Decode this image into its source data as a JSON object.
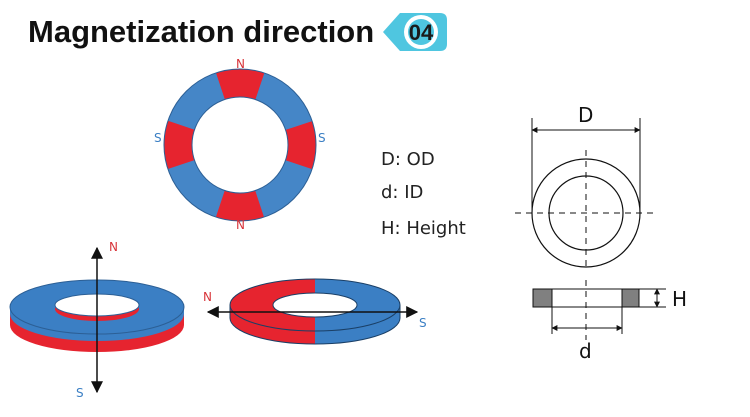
{
  "title": "Magnetization direction",
  "badge": "04",
  "ring_top": {
    "north": "N",
    "south": "S"
  },
  "legend": [
    "D: OD",
    "d: ID",
    "H: Height"
  ],
  "axial": {
    "north": "N",
    "south": "S"
  },
  "diametral": {
    "north": "N",
    "south": "S"
  },
  "drawing": {
    "outer_label": "D",
    "inner_label": "d",
    "height_label": "H"
  },
  "colors": {
    "north": "#e6242f",
    "south": "#3b7fc4",
    "badge": "#4fc6e0",
    "pole_north": "#d8343a",
    "pole_south": "#3b7fc4"
  }
}
